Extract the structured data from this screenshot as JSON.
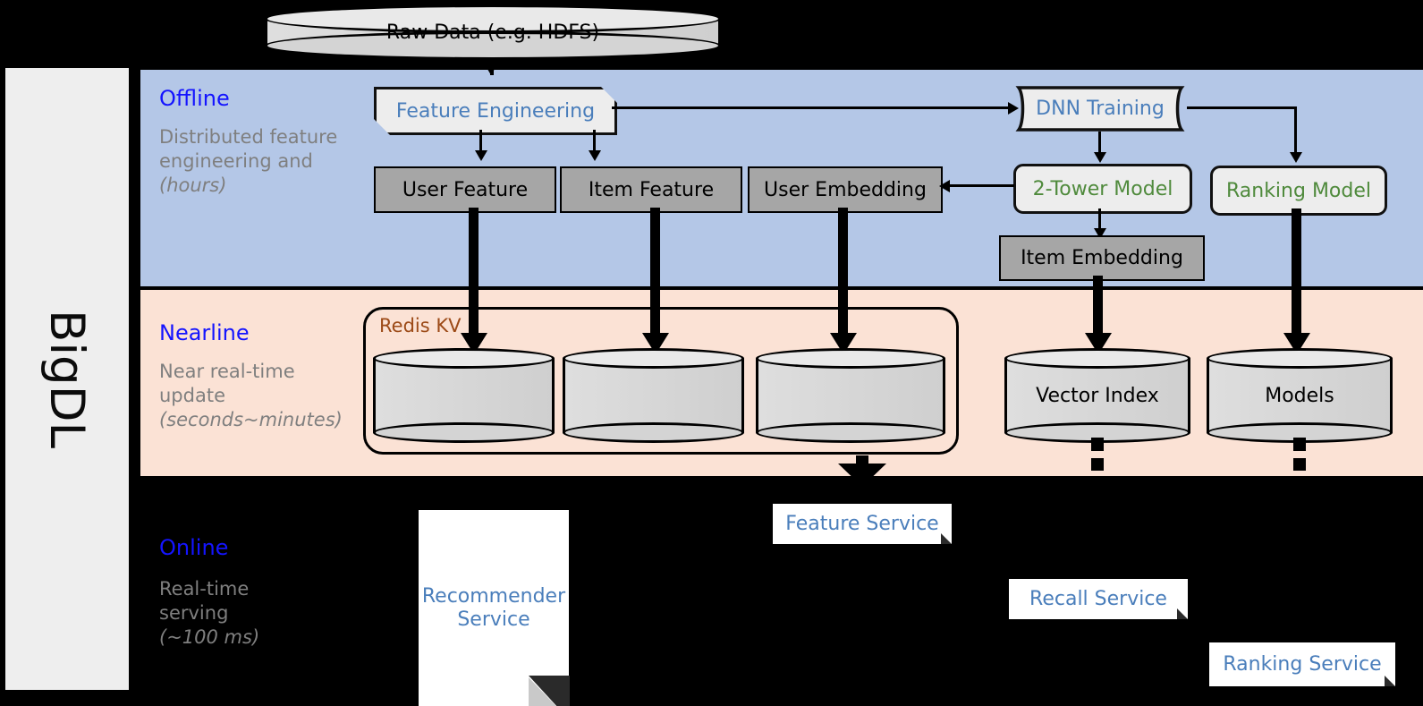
{
  "framework": {
    "name": "BigDL"
  },
  "sources": {
    "raw_data": "Raw Data (e.g. HDFS)"
  },
  "lanes": [
    {
      "id": "offline",
      "title": "Offline",
      "description": "Distributed feature engineering and ",
      "description_italic": "(hours)",
      "bg": "#b4c7e7"
    },
    {
      "id": "nearline",
      "title": "Nearline",
      "description_line1": "Near real-time",
      "description_line2": "update",
      "description_italic": "(seconds~minutes)",
      "bg": "#fbe2d5"
    },
    {
      "id": "online",
      "title": "Online",
      "description_line1": "Real-time",
      "description_line2": "serving",
      "description_italic": "(~100 ms)",
      "bg": "#000000"
    }
  ],
  "offline": {
    "feature_engineering": "Feature Engineering",
    "dnn_training": "DNN Training",
    "user_feature": "User Feature",
    "item_feature": "Item Feature",
    "user_embedding": "User Embedding",
    "two_tower_model": "2-Tower Model",
    "ranking_model": "Ranking Model",
    "item_embedding": "Item Embedding"
  },
  "nearline": {
    "redis_kv": "Redis KV",
    "vector_index": "Vector Index",
    "models": "Models"
  },
  "online": {
    "recommender_service_l1": "Recommender",
    "recommender_service_l2": "Service",
    "feature_service": "Feature Service",
    "recall_service": "Recall Service",
    "ranking_service": "Ranking Service"
  },
  "colors": {
    "lane_title": "#1414ff",
    "lane_desc": "#7f7f7f",
    "offline_bg": "#b4c7e7",
    "nearline_bg": "#fbe2d5",
    "online_bg": "#000000",
    "blue_text": "#4a7ebb",
    "green_text": "#4f8a3c",
    "brown_text": "#9c4a17",
    "gray_box": "#a6a6a6",
    "light_box": "#ededed",
    "sidebar_bg": "#eeeeee"
  }
}
